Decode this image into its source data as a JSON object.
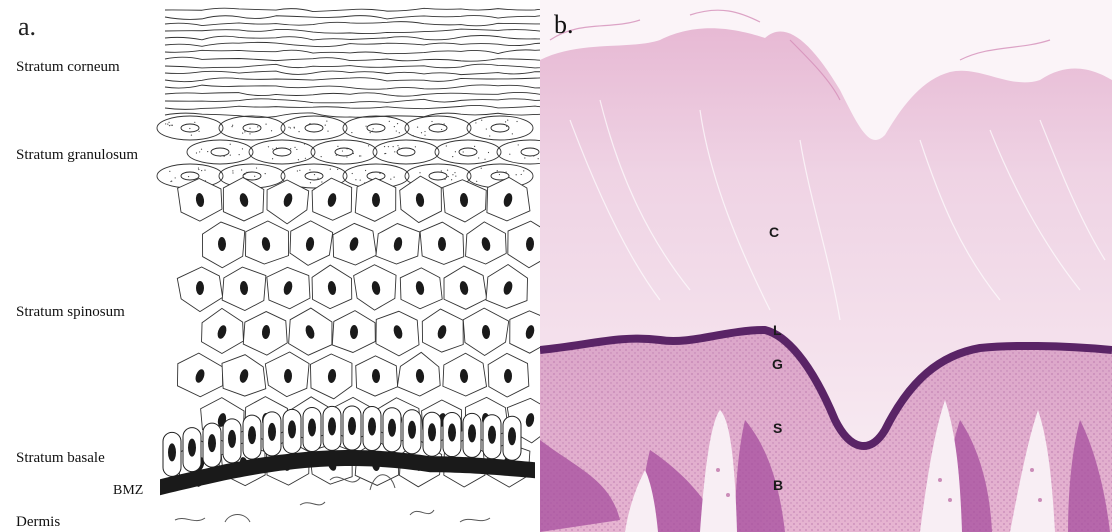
{
  "panel_a": {
    "letter": "a.",
    "layers": {
      "corneum": "Stratum corneum",
      "granulosum": "Stratum granulosum",
      "spinosum": "Stratum spinosum",
      "basale": "Stratum basale",
      "dermis": "Dermis"
    },
    "bmz": "BMZ"
  },
  "panel_b": {
    "letter": "b.",
    "labels": {
      "c": "C",
      "l": "L",
      "g": "G",
      "s": "S",
      "b": "B"
    }
  }
}
